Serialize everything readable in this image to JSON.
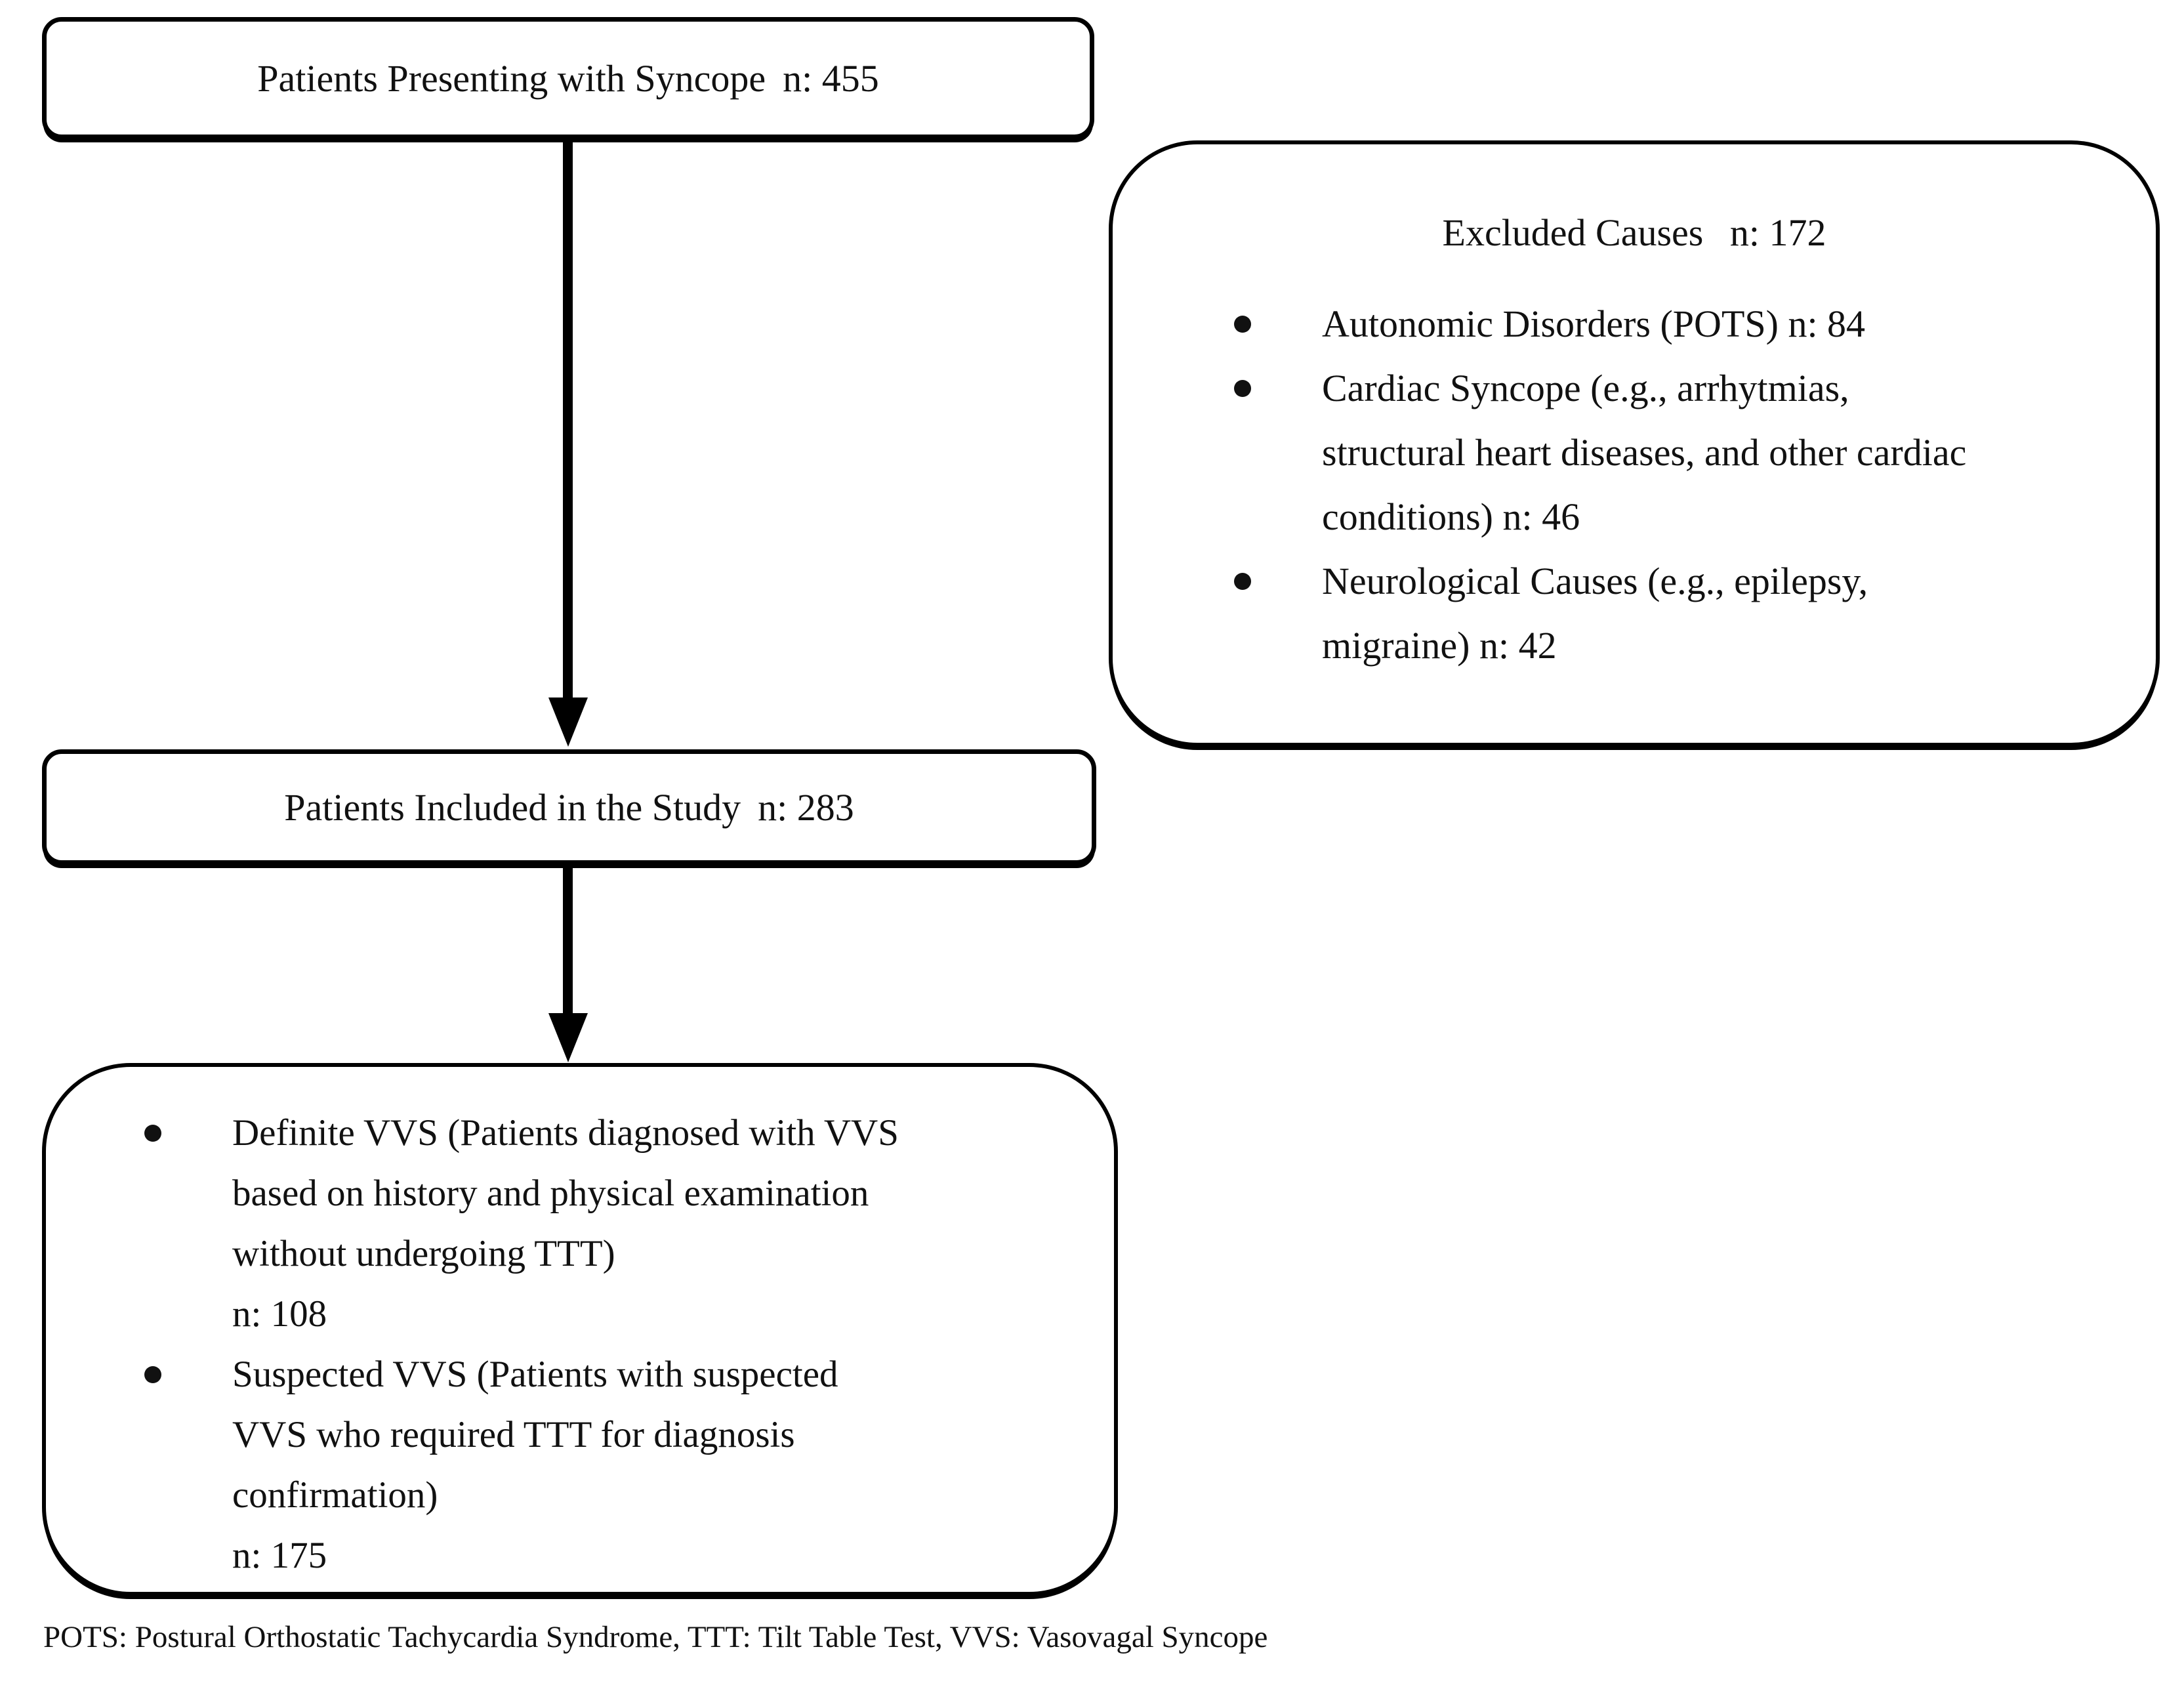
{
  "figure": {
    "boxes": {
      "presenting": {
        "label": "Patients Presenting with Syncope",
        "count": "n: 455"
      },
      "excluded": {
        "title_label": "Excluded Causes",
        "title_count": "n: 172",
        "items": [
          "Autonomic Disorders (POTS) n: 84",
          "Cardiac Syncope (e.g., arrhytmias, structural heart diseases, and other cardiac conditions) n: 46",
          "Neurological Causes (e.g., epilepsy, migraine) n: 42"
        ]
      },
      "included": {
        "label": "Patients Included in the Study",
        "count": "n: 283"
      },
      "vvs": {
        "items": [
          {
            "text": "Definite VVS (Patients diagnosed with VVS based on history and physical examination without undergoing TTT)",
            "count": "n: 108"
          },
          {
            "text": "Suspected VVS (Patients with suspected VVS who required TTT for diagnosis confirmation)",
            "count": "n: 175"
          }
        ]
      }
    },
    "footnote": "POTS: Postural Orthostatic Tachycardia Syndrome, TTT: Tilt Table Test, VVS: Vasovagal Syncope",
    "colors": {
      "stroke": "#000000",
      "text": "#111111",
      "background": "#ffffff"
    }
  }
}
